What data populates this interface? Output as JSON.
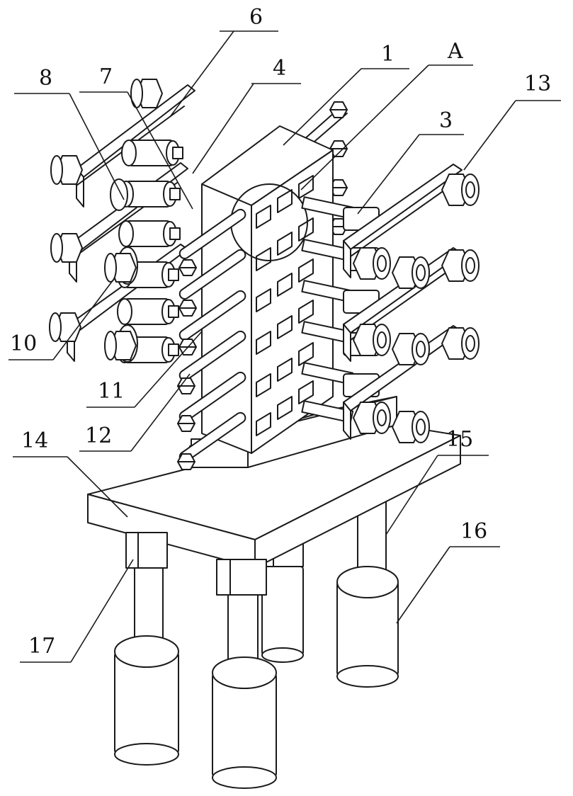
{
  "figure": {
    "callouts": [
      "1",
      "A",
      "3",
      "4",
      "6",
      "7",
      "8",
      "10",
      "11",
      "12",
      "13",
      "14",
      "15",
      "16",
      "17"
    ]
  }
}
